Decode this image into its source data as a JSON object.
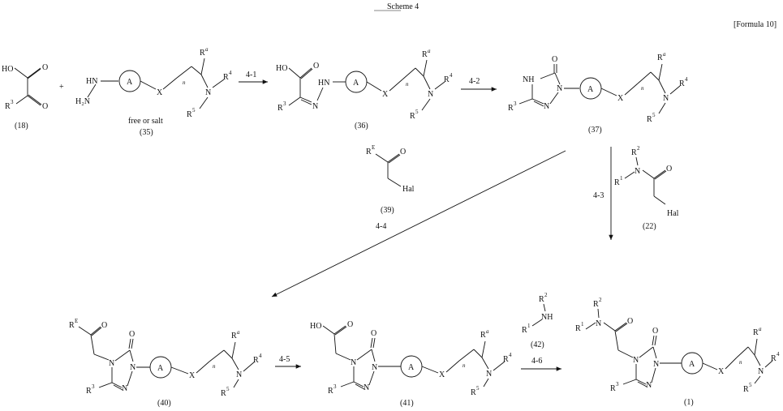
{
  "scheme_title": "Scheme 4",
  "formula_label": "[Formula 10]",
  "free_or_salt": "free or salt",
  "plus": "+",
  "ring_a": "A",
  "compound_numbers": {
    "c18": "(18)",
    "c35": "(35)",
    "c36": "(36)",
    "c37": "(37)",
    "c39": "(39)",
    "c22": "(22)",
    "c40": "(40)",
    "c41": "(41)",
    "c42": "(42)",
    "c1": "(1)"
  },
  "steps": {
    "s41": "4-1",
    "s42": "4-2",
    "s43": "4-3",
    "s44": "4-4",
    "s45": "4-5",
    "s46": "4-6"
  },
  "atoms": {
    "HO": "HO",
    "O": "O",
    "HN": "HN",
    "H2N": "H₂N",
    "N": "N",
    "NH": "NH",
    "X": "X",
    "Hal": "Hal",
    "R": "R"
  },
  "superscripts": {
    "a": "a",
    "1": "1",
    "2": "2",
    "3": "3",
    "4": "4",
    "5": "5",
    "E": "E"
  },
  "subscript_n": "n"
}
